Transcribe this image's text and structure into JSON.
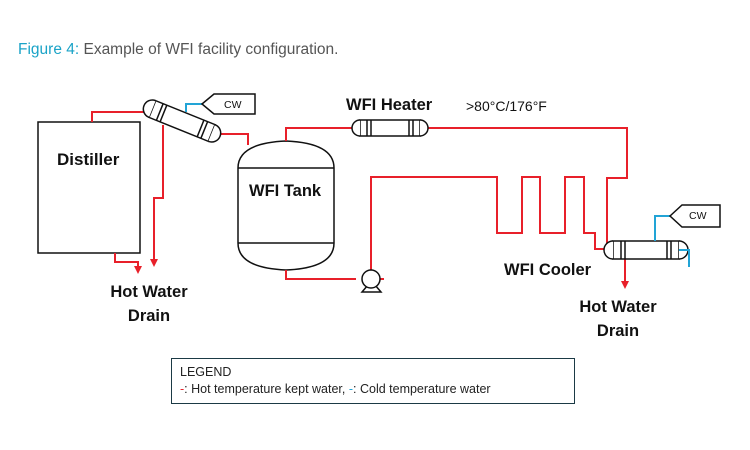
{
  "figure": {
    "number": "Figure 4:",
    "title": " Example of WFI facility configuration."
  },
  "labels": {
    "distiller": "Distiller",
    "wfi_tank": "WFI Tank",
    "wfi_heater": "WFI Heater",
    "temperature": ">80°C/176°F",
    "wfi_cooler": "WFI Cooler",
    "hot_water_drain_left_line1": "Hot Water",
    "hot_water_drain_left_line2": "Drain",
    "hot_water_drain_right_line1": "Hot Water",
    "hot_water_drain_right_line2": "Drain",
    "cw_left": "CW",
    "cw_right": "CW"
  },
  "legend": {
    "title": "LEGEND",
    "red_marker": "-",
    "red_text": ": Hot temperature kept water, ",
    "blue_marker": "-",
    "blue_text": ": Cold temperature water"
  },
  "colors": {
    "hot": "#e8202a",
    "cold": "#22a4d6",
    "accent": "#1aa3c7"
  }
}
